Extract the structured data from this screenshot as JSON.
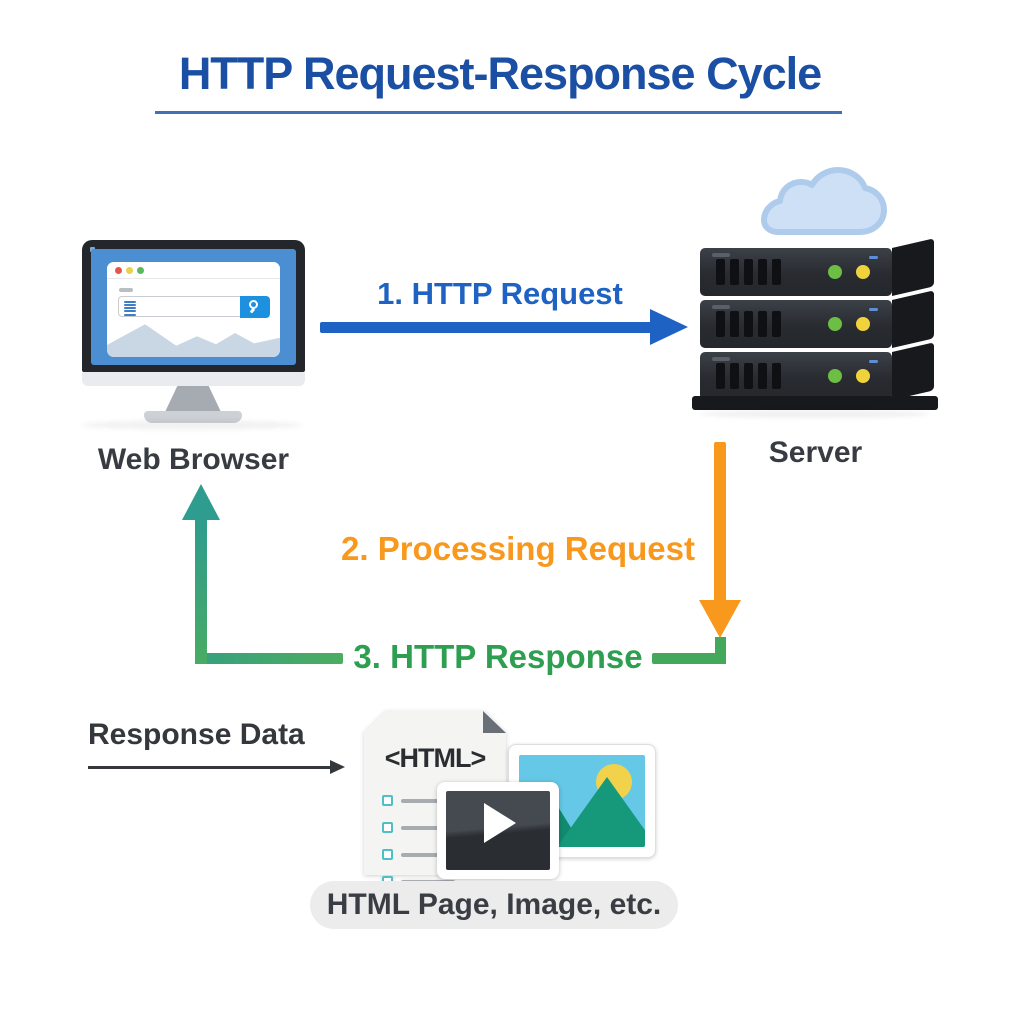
{
  "title": {
    "text": "HTTP Request-Response Cycle",
    "color": "#1A4FA3"
  },
  "labels": {
    "browser": "Web Browser",
    "server": "Server",
    "response_data": "Response Data",
    "caption": "HTML Page, Image, etc.",
    "doc_tag": "<HTML>"
  },
  "steps": {
    "request": {
      "label": "1. HTTP Request",
      "color": "#1E62C4",
      "direction": "browser-to-server"
    },
    "processing": {
      "label": "2. Processing Request",
      "color": "#F8981D",
      "direction": "server-down"
    },
    "response": {
      "label": "3. HTTP Response",
      "color": "#2E9E50",
      "direction": "server-to-browser"
    }
  },
  "icons": {
    "browser": "monitor-browser-icon",
    "search": "search-icon",
    "cloud": "cloud-icon",
    "server": "server-stack-icon",
    "html_doc": "html-document-icon",
    "video": "video-player-icon",
    "photo": "image-photo-icon"
  },
  "colors": {
    "title_blue": "#1A4FA3",
    "request_blue": "#1E62C4",
    "processing_orange": "#F8981D",
    "response_green": "#2E9E50",
    "led_green": "#6CBE44",
    "led_yellow": "#EFD23C",
    "screen_blue": "#4B8FD2"
  }
}
